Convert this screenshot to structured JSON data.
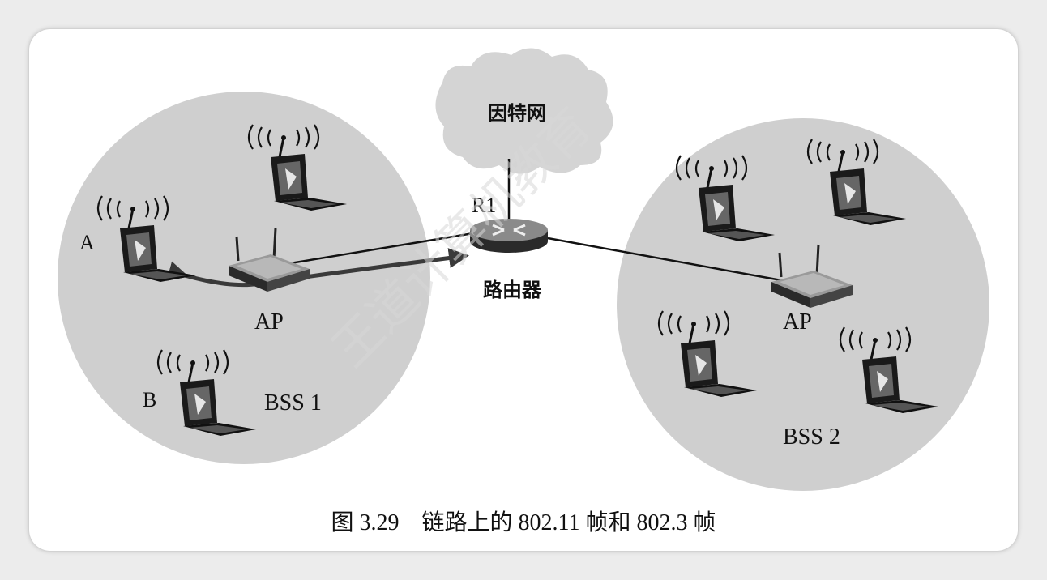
{
  "diagram": {
    "internet_label": "因特网",
    "router_name": "R1",
    "router_label": "路由器",
    "bss1": {
      "label": "BSS 1",
      "ap_label": "AP",
      "host_a": "A",
      "host_b": "B"
    },
    "bss2": {
      "label": "BSS 2",
      "ap_label": "AP"
    },
    "caption": "图 3.29　链路上的 802.11 帧和 802.3 帧",
    "watermark": "王道计算机教育"
  },
  "colors": {
    "bss_fill": "#cfcfcf",
    "cloud_fill": "#d4d4d4",
    "arrow": "#3a3a3a"
  }
}
